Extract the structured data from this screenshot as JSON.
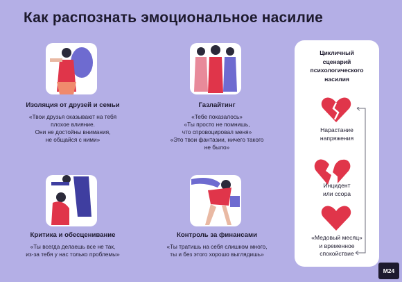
{
  "page": {
    "title": "Как распознать эмоциональное насилие"
  },
  "cards": [
    {
      "heading": "Изоляция от друзей и семьи",
      "body": "«Твои друзья оказывают на тебя\nплохое влияние.\nОни не достойны внимания,\nне общайся с ними»"
    },
    {
      "heading": "Газлайтинг",
      "body": "«Тебе показалось»\n«Ты просто не помнишь,\nчто спровоцировал меня»\n«Это твои фантазии, ничего такого\nне было»"
    },
    {
      "heading": "Критика и обесценивание",
      "body": "«Ты всегда делаешь все не так,\nиз-за тебя у нас только проблемы»"
    },
    {
      "heading": "Контроль за финансами",
      "body": "«Ты тратишь на себя слишком много,\nты и без этого хорошо выглядишь»"
    }
  ],
  "cycle": {
    "title": "Цикличный\nсценарий\nпсихологического\nнасилия",
    "stages": [
      "Нарастание\nнапряжения",
      "Инцидент\nили ссора",
      "«Медовый месяц»\nи временное\nспокойствие"
    ]
  },
  "brand": {
    "logo": "М24"
  },
  "colors": {
    "background": "#b4afe6",
    "heart": "#e0354a",
    "panel": "#ffffff"
  }
}
